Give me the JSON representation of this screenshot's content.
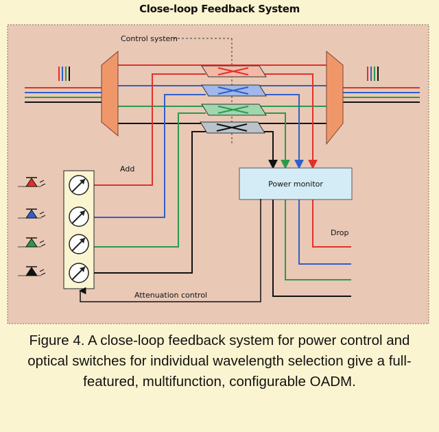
{
  "title": "Close-loop Feedback System",
  "labels": {
    "control_system": "Control system",
    "power_monitor": "Power monitor",
    "add": "Add",
    "drop": "Drop",
    "attenuation_control": "Attenuation control"
  },
  "caption": "Figure 4. A close-loop feedback system for power control and optical switches for individual wavelength selection give a full-featured, multifunction, configurable OADM.",
  "colors": {
    "panel_bg": "#e9c8b6",
    "page_bg": "#fbf4d0",
    "demux_mux": "#f0976a",
    "monitor_box": "#d4ecf6",
    "red": "#e0302a",
    "blue": "#2f5fc8",
    "green": "#2a9a4a",
    "black": "#111111",
    "switch_red": "#f6b8a6",
    "switch_blue": "#9fb7ea",
    "switch_green": "#9fd6ae",
    "switch_gray": "#b9c3c9"
  }
}
